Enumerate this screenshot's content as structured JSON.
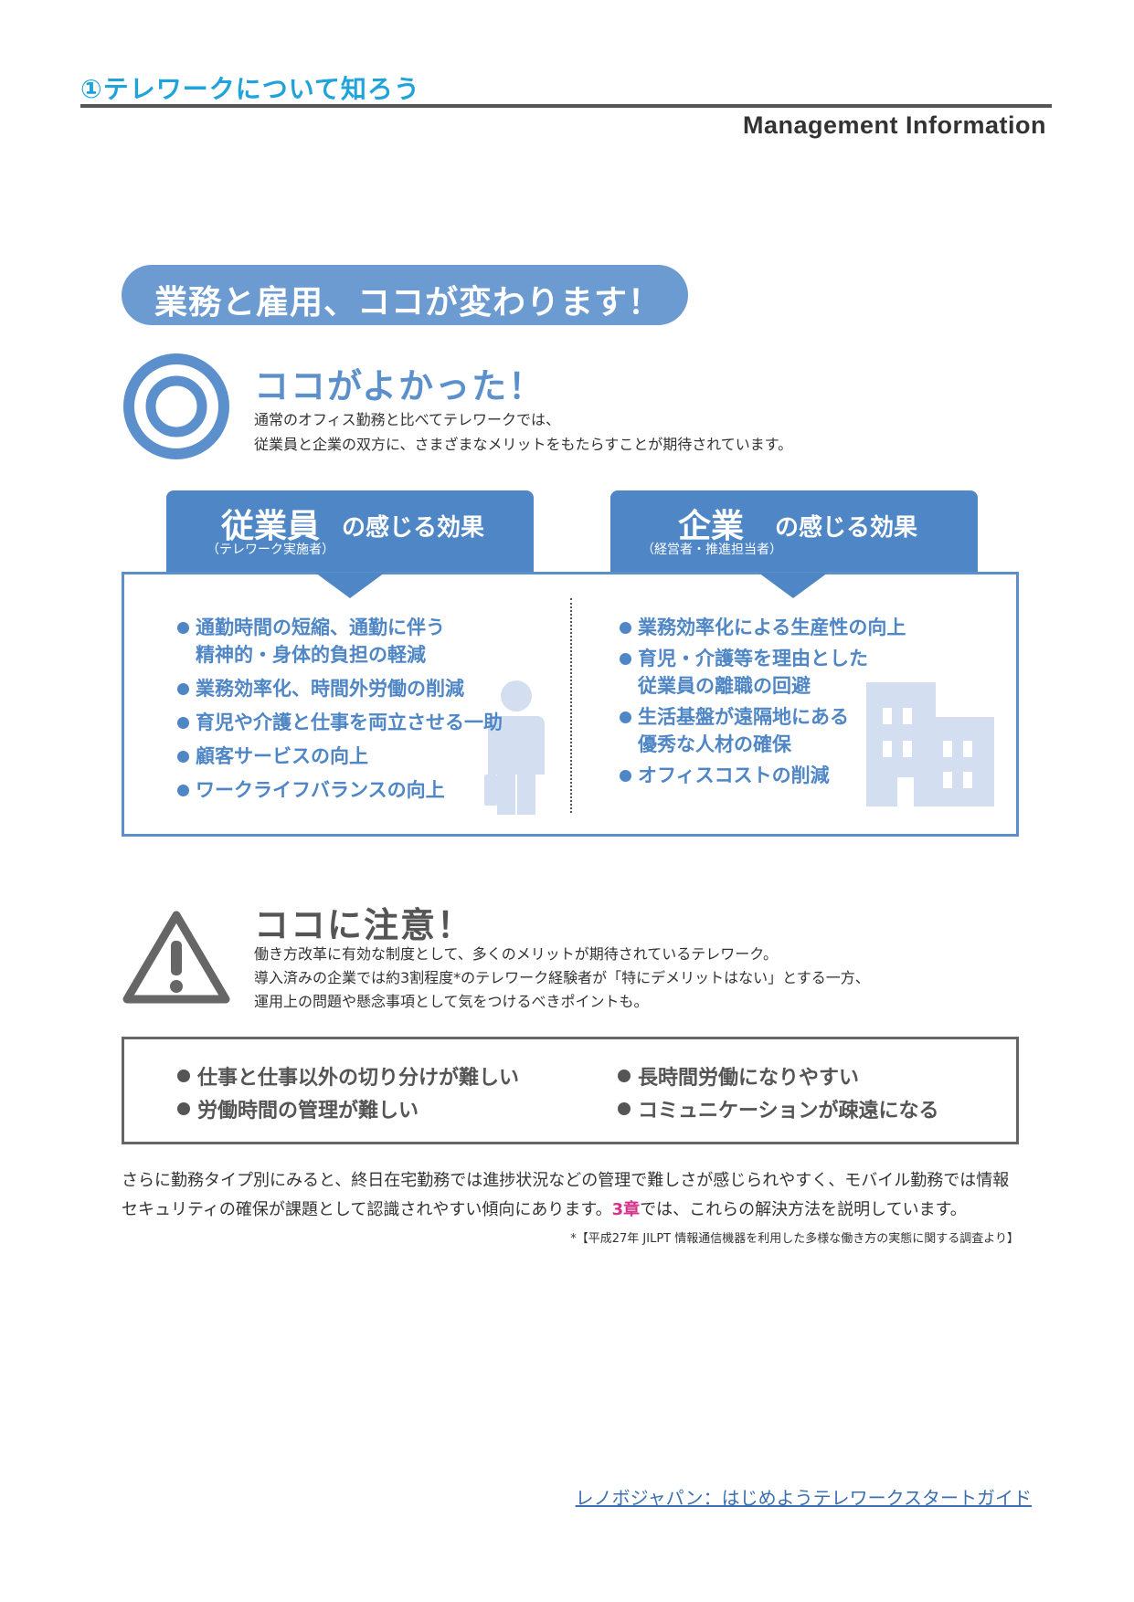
{
  "header": {
    "section_title": "①テレワークについて知ろう",
    "subtitle": "Management Information"
  },
  "banner": {
    "text": "業務と雇用、ココが変わります！"
  },
  "good": {
    "heading": "ココがよかった！",
    "desc_line1": "通常のオフィス勤務と比べてテレワークでは、",
    "desc_line2": "従業員と企業の双方に、さまざまなメリットをもたらすことが期待されています。"
  },
  "employee_effects": {
    "title_main": "従業員",
    "title_suffix": "の感じる効果",
    "title_sub": "（テレワーク実施者）",
    "items": [
      {
        "line1": "通勤時間の短縮、通勤に伴う",
        "line2": "精神的・身体的負担の軽減"
      },
      {
        "line1": "業務効率化、時間外労働の削減"
      },
      {
        "line1": "育児や介護と仕事を両立させる一助"
      },
      {
        "line1": "顧客サービスの向上"
      },
      {
        "line1": "ワークライフバランスの向上"
      }
    ]
  },
  "company_effects": {
    "title_main": "企業",
    "title_suffix": "の感じる効果",
    "title_sub": "（経営者・推進担当者）",
    "items": [
      {
        "line1": "業務効率化による生産性の向上"
      },
      {
        "line1": "育児・介護等を理由とした",
        "line2": "従業員の離職の回避"
      },
      {
        "line1": "生活基盤が遠隔地にある",
        "line2": "優秀な人材の確保"
      },
      {
        "line1": "オフィスコストの削減"
      }
    ]
  },
  "caution": {
    "heading": "ココに注意！",
    "desc_line1": "働き方改革に有効な制度として、多くのメリットが期待されているテレワーク。",
    "desc_line2": "導入済みの企業では約3割程度*のテレワーク経験者が「特にデメリットはない」とする一方、",
    "desc_line3": "運用上の問題や懸念事項として気をつけるべきポイントも。",
    "items": [
      "仕事と仕事以外の切り分けが難しい",
      "労働時間の管理が難しい",
      "長時間労働になりやすい",
      "コミュニケーションが疎遠になる"
    ]
  },
  "summary": {
    "line1": "さらに勤務タイプ別にみると、終日在宅勤務では進捗状況などの管理で難しさが感じられやすく、モバイル勤務では情報",
    "line2_pre": "セキュリティの確保が課題として認識されやすい傾向にあります。",
    "chapter_ref": "3章",
    "line2_post": "では、これらの解決方法を説明しています。"
  },
  "footnote": "*【平成27年 JILPT 情報通信機器を利用した多様な働き方の実態に関する調査より】",
  "footer_link": "レノボジャパン：はじめようテレワークスタートガイド",
  "colors": {
    "accent_cyan": "#1fa3da",
    "accent_blue": "#4f86c6",
    "banner_blue": "#6c9bd2",
    "chapter_pink": "#d6338a",
    "icon_light_blue": "#d3dff1"
  },
  "icons": {
    "good_icon": "double-circle-icon",
    "caution_icon": "warning-icon",
    "employee_illustration": "person-icon",
    "company_illustration": "building-icon"
  }
}
